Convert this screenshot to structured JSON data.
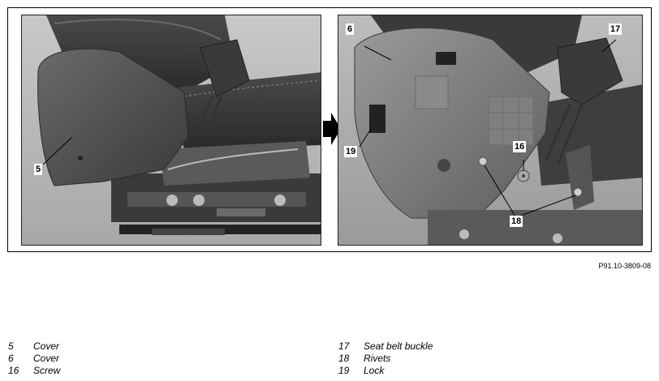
{
  "figure": {
    "reference": "P91.10-3809-08",
    "callouts": {
      "left_5": "5",
      "right_6": "6",
      "right_17": "17",
      "right_16": "16",
      "right_19": "19",
      "right_18": "18"
    }
  },
  "legend": {
    "left": [
      {
        "num": "5",
        "label": "Cover"
      },
      {
        "num": "6",
        "label": "Cover"
      },
      {
        "num": "16",
        "label": "Screw"
      }
    ],
    "right": [
      {
        "num": "17",
        "label": "Seat belt buckle"
      },
      {
        "num": "18",
        "label": "Rivets"
      },
      {
        "num": "19",
        "label": "Lock"
      }
    ]
  }
}
